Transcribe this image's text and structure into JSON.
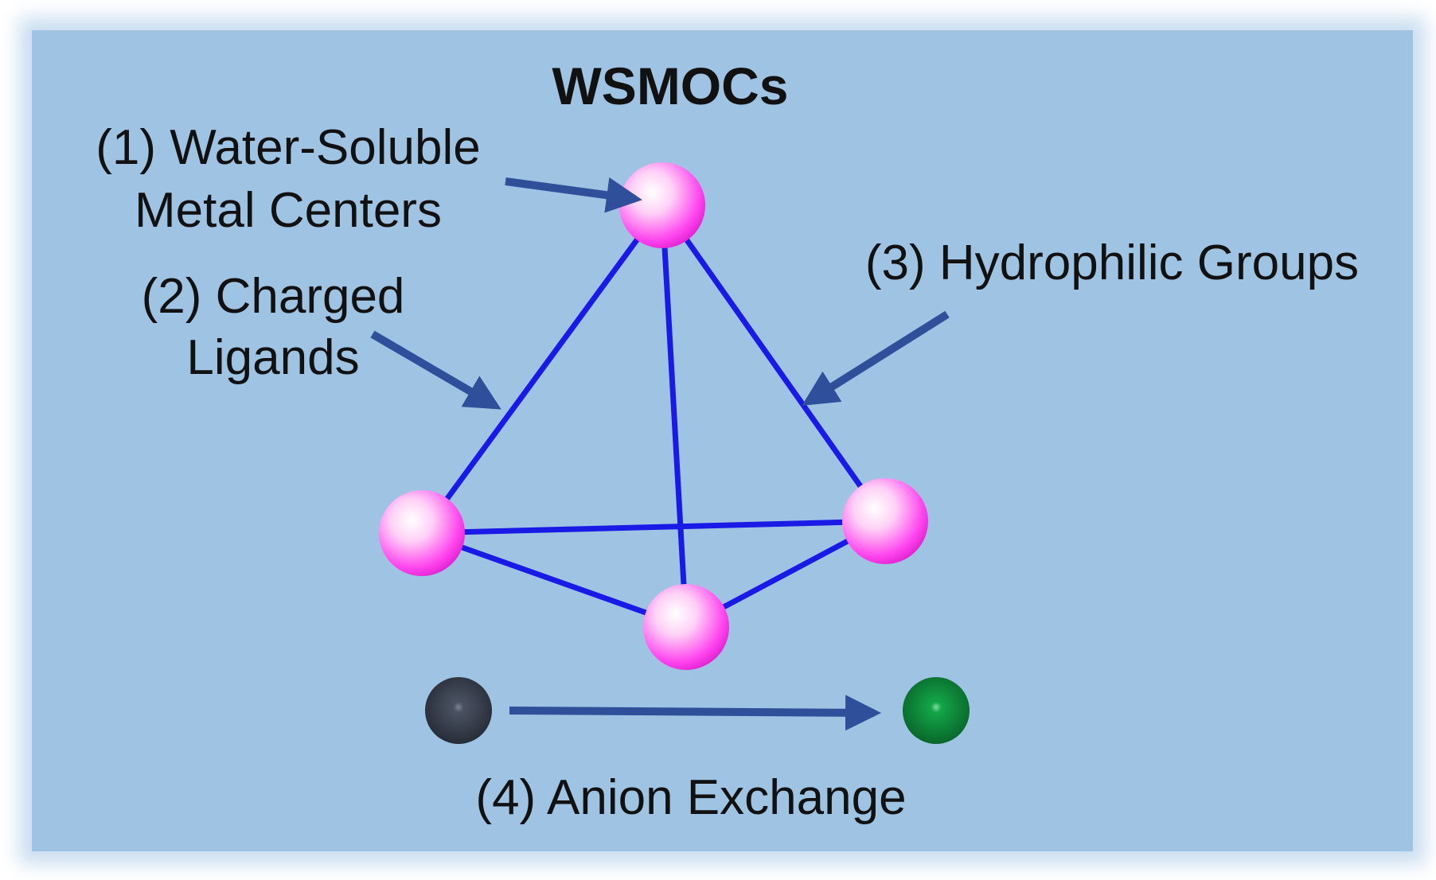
{
  "title": "WSMOCs",
  "labels": {
    "metal_centers_line1": "(1) Water-Soluble",
    "metal_centers_line2": "Metal Centers",
    "ligands_line1": "(2) Charged",
    "ligands_line2": "Ligands",
    "hydrophilic": "(3) Hydrophilic Groups",
    "anion_exchange": "(4) Anion Exchange"
  },
  "colors": {
    "background": "#9fc3e3",
    "edge": "#1a1ae6",
    "arrow": "#2f4f9a",
    "node": "#ff44ee",
    "anion_before": "#3a4250",
    "anion_after": "#0f8a3a"
  }
}
